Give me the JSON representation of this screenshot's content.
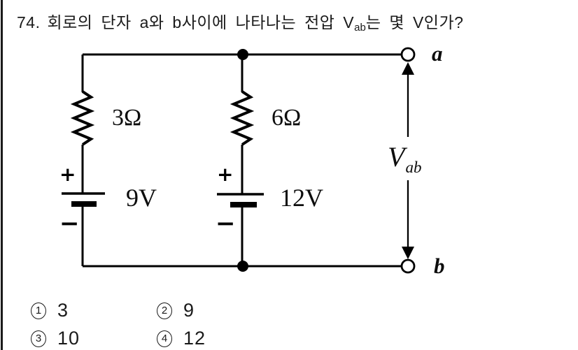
{
  "question": {
    "number": "74.",
    "text_before_sub": "회로의 단자 a와 b사이에 나타나는 전압 V",
    "subscript": "ab",
    "text_after_sub": "는 몇 V인가?"
  },
  "circuit": {
    "resistor_left_label": "3Ω",
    "resistor_mid_label": "6Ω",
    "battery_left_label": "9V",
    "battery_mid_label": "12V",
    "plus_sign": "+",
    "minus_sign": "−",
    "terminal_a_label": "a",
    "terminal_b_label": "b",
    "vab_main": "V",
    "vab_subscript": "ab",
    "wire_color": "#000000",
    "background_color": "#ffffff"
  },
  "options": [
    {
      "number": "1",
      "value": "3"
    },
    {
      "number": "2",
      "value": "9"
    },
    {
      "number": "3",
      "value": "10"
    },
    {
      "number": "4",
      "value": "12"
    }
  ]
}
